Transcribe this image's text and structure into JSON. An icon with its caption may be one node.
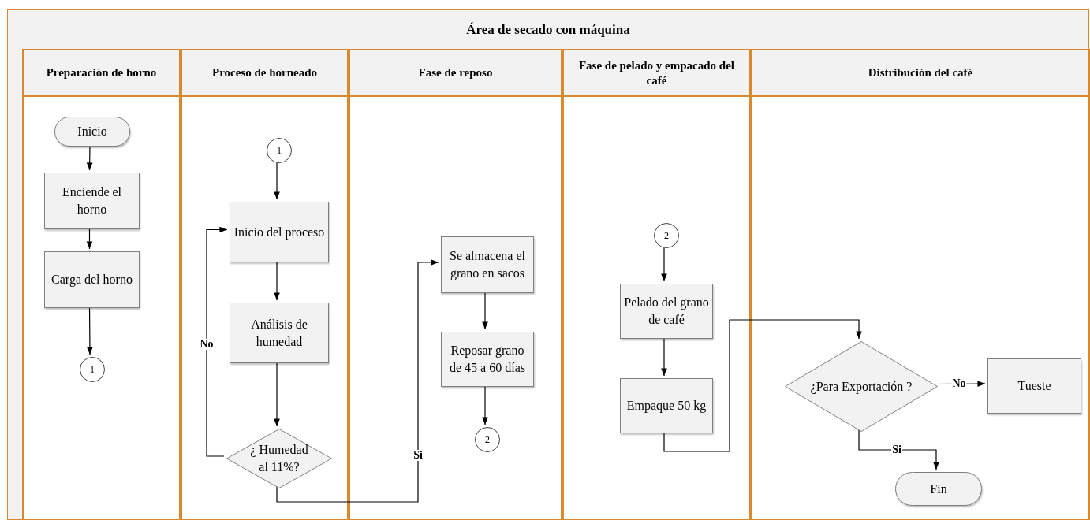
{
  "diagram": {
    "nodes": [
      {
        "text": [
          "Área de secado con máquina"
        ]
      },
      {
        "text": [
          "Preparación de horno"
        ],
        "in": 0
      },
      {
        "text": [
          "Proceso de horneado"
        ],
        "in": 0
      },
      {
        "text": [
          "Fase de reposo"
        ],
        "in": 0
      },
      {
        "text": [
          "Fase de pelado y empacado del café"
        ],
        "in": 0
      },
      {
        "text": [
          "Distribución del café"
        ],
        "in": 0
      },
      {
        "text": [
          "Inicio"
        ],
        "in": 1
      },
      {
        "text": [
          "Enciende el horno"
        ],
        "in": 1
      },
      {
        "text": [
          "Carga del horno"
        ],
        "in": 1
      },
      {
        "text": [
          "1"
        ],
        "in": 1
      },
      {
        "text": [
          "1"
        ],
        "in": 2
      },
      {
        "text": [
          "Inicio del proceso"
        ],
        "in": 2
      },
      {
        "text": [
          "Análisis de humedad"
        ],
        "in": 2
      },
      {
        "text": [
          "¿ Humedad al 11%?"
        ],
        "in": 2
      },
      {
        "text": [
          "Se almacena el grano en sacos"
        ],
        "in": 3
      },
      {
        "text": [
          "Reposar grano de 45 a 60 días"
        ],
        "in": 3
      },
      {
        "text": [
          "2"
        ],
        "in": 3
      },
      {
        "text": [
          "2"
        ],
        "in": 4
      },
      {
        "text": [
          "Pelado del grano de café"
        ],
        "in": 4
      },
      {
        "text": [
          "Empaque 50 kg"
        ],
        "in": 4
      },
      {
        "text": [
          "¿Para Exportación ?"
        ],
        "in": 5
      },
      {
        "text": [
          "Tueste"
        ],
        "in": 5
      },
      {
        "text": [
          "Fin"
        ],
        "in": 5
      }
    ],
    "edges": [
      {
        "from": 6,
        "to": 7,
        "arrow": "to"
      },
      {
        "from": 7,
        "to": 8,
        "arrow": "to"
      },
      {
        "from": 8,
        "to": 9,
        "arrow": "to"
      },
      {
        "from": 10,
        "to": 11,
        "arrow": "to"
      },
      {
        "from": 11,
        "to": 12,
        "arrow": "to"
      },
      {
        "from": 12,
        "to": 13,
        "arrow": "to"
      },
      {
        "from": 13,
        "to": 11,
        "arrow": "to",
        "label": "No"
      },
      {
        "from": 13,
        "to": 14,
        "arrow": "to",
        "label": "Si"
      },
      {
        "from": 14,
        "to": 15,
        "arrow": "to"
      },
      {
        "from": 15,
        "to": 16,
        "arrow": "to"
      },
      {
        "from": 17,
        "to": 18,
        "arrow": "to"
      },
      {
        "from": 18,
        "to": 19,
        "arrow": "to"
      },
      {
        "from": 19,
        "to": 20,
        "arrow": "to"
      },
      {
        "from": 20,
        "to": 21,
        "arrow": "to",
        "label": "No"
      },
      {
        "from": 20,
        "to": 22,
        "arrow": "to",
        "label": "Si"
      }
    ]
  }
}
